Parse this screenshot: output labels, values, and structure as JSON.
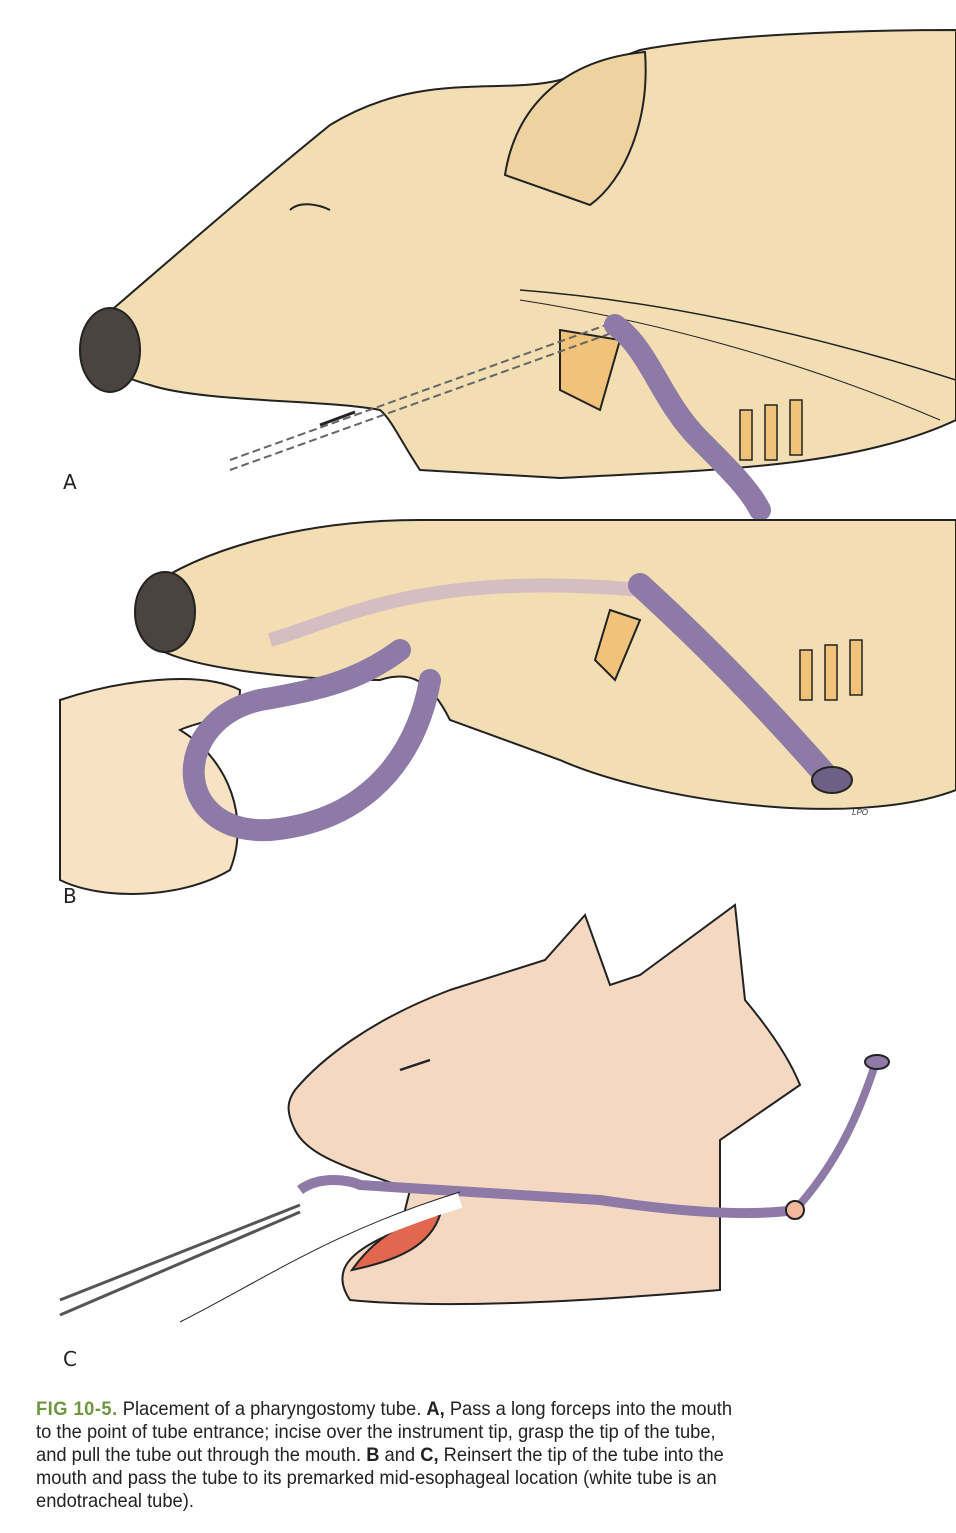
{
  "panels": {
    "a": "A",
    "b": "B",
    "c": "C"
  },
  "signature": "LPO",
  "caption": {
    "fig_label": "FIG 10-5.",
    "line1_text": " Placement of a pharyngostomy tube. ",
    "line1_bold": "A,",
    "line1_rest": " Pass a long forceps into the mouth",
    "line2": "to the point of tube entrance; incise over the instrument tip, grasp the tip of the tube,",
    "line3_text": "and pull the tube out through the mouth. ",
    "line3_bold_b": "B",
    "line3_and": " and ",
    "line3_bold_c": "C,",
    "line3_rest": " Reinsert the tip of the tube into the",
    "line4": "mouth and pass the tube to its premarked mid-esophageal location (white tube is an",
    "line5": "endotracheal tube)."
  },
  "colors": {
    "fig_label": "#6f9640",
    "tube": "#8d7aa6",
    "dog_skin": "#f3deb3",
    "cat_skin": "#f5d8c2"
  }
}
